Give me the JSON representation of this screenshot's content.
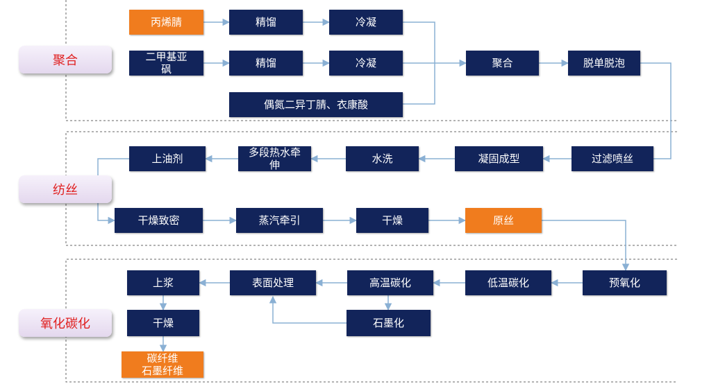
{
  "stages": {
    "polymerization": "聚合",
    "spinning": "纺丝",
    "oxidation_carbonization": "氧化碳化"
  },
  "polymerization": {
    "acrylonitrile": "丙烯腈",
    "dmso": "二甲基亚砜",
    "rectify_1": "精馏",
    "condense_1": "冷凝",
    "rectify_2": "精馏",
    "condense_2": "冷凝",
    "initiator": "偶氮二异丁腈、衣康酸",
    "polymerize": "聚合",
    "demonomer_defoam": "脱单脱泡"
  },
  "spinning": {
    "filter_spin": "过滤喷丝",
    "coagulation": "凝固成型",
    "water_wash": "水洗",
    "multistage_stretch": "多段热水牵伸",
    "oiling": "上油剂",
    "dry_densify": "干燥致密",
    "steam_stretch": "蒸汽牵引",
    "dry": "干燥",
    "precursor": "原丝"
  },
  "oxidation": {
    "preoxidation": "预氧化",
    "low_temp_carbonization": "低温碳化",
    "high_temp_carbonization": "高温碳化",
    "graphitization": "石墨化",
    "surface_treatment": "表面处理",
    "sizing": "上浆",
    "dry": "干燥",
    "product": "碳纤维\n石墨纤维"
  },
  "colors": {
    "box": "#12245a",
    "highlight": "#f07c1e",
    "connector": "#8ab0d4",
    "stage_text": "#e02020"
  }
}
